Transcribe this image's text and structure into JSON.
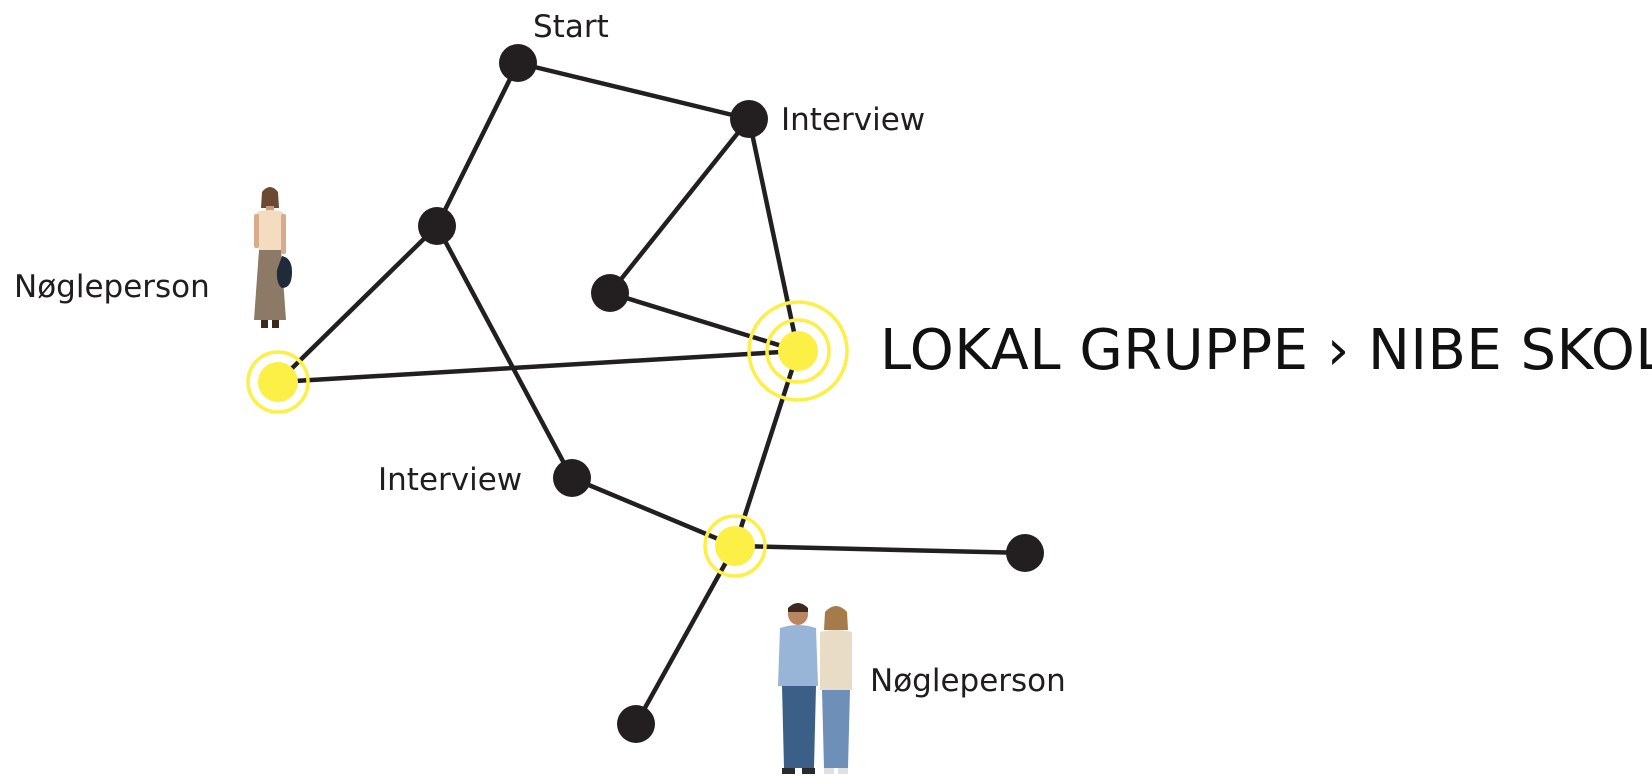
{
  "title": "LOKAL GRUPPE › NIBE SKOLE",
  "labels": {
    "start": "Start",
    "interview_top": "Interview",
    "interview_mid": "Interview",
    "key_person_left": "Nøgleperson",
    "key_person_bottom": "Nøgleperson"
  },
  "colors": {
    "node": "#231f20",
    "edge": "#231f20",
    "highlight": "#fcef45"
  },
  "nodes": [
    {
      "id": "start",
      "type": "plain"
    },
    {
      "id": "interview-top",
      "type": "plain"
    },
    {
      "id": "upper-mid",
      "type": "plain"
    },
    {
      "id": "inner",
      "type": "plain"
    },
    {
      "id": "key-left",
      "type": "key-person"
    },
    {
      "id": "hub",
      "type": "key-group"
    },
    {
      "id": "interview-mid",
      "type": "plain"
    },
    {
      "id": "key-bottom",
      "type": "key-person"
    },
    {
      "id": "right-end",
      "type": "plain"
    },
    {
      "id": "bottom-end",
      "type": "plain"
    }
  ],
  "edges": [
    [
      "start",
      "interview-top"
    ],
    [
      "start",
      "upper-mid"
    ],
    [
      "interview-top",
      "inner"
    ],
    [
      "interview-top",
      "hub"
    ],
    [
      "upper-mid",
      "key-left"
    ],
    [
      "upper-mid",
      "interview-mid"
    ],
    [
      "inner",
      "hub"
    ],
    [
      "key-left",
      "hub"
    ],
    [
      "hub",
      "key-bottom"
    ],
    [
      "interview-mid",
      "key-bottom"
    ],
    [
      "key-bottom",
      "right-end"
    ],
    [
      "key-bottom",
      "bottom-end"
    ]
  ],
  "people": [
    {
      "id": "woman",
      "icon": "person-woman-icon"
    },
    {
      "id": "couple",
      "icon": "person-couple-icon"
    }
  ]
}
